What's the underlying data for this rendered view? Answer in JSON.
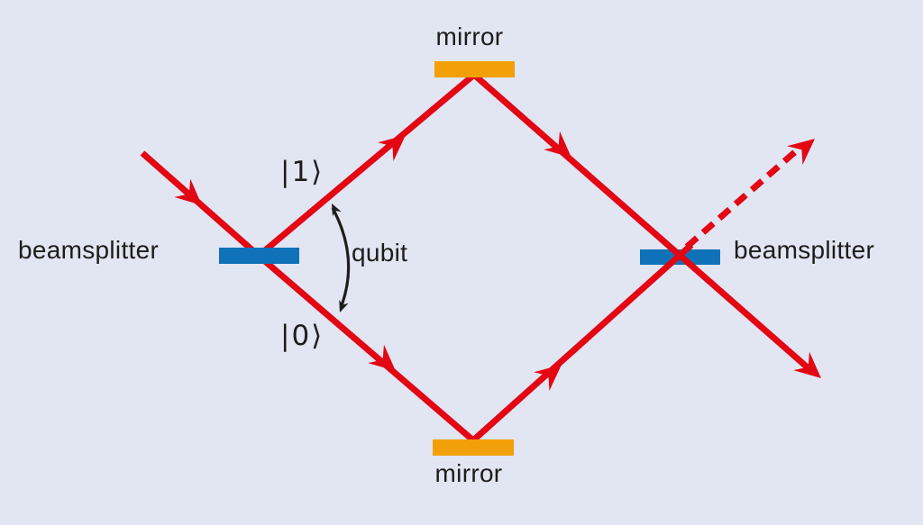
{
  "labels": {
    "beamsplitter_left": "beamsplitter",
    "beamsplitter_right": "beamsplitter",
    "mirror_top": "mirror",
    "mirror_bottom": "mirror",
    "ket_upper": "|1⟩",
    "ket_lower": "|0⟩",
    "qubit": "qubit"
  },
  "colors": {
    "background": "#e2e5f2",
    "beam_red": "#e30613",
    "beamsplitter_blue": "#0f72b9",
    "mirror_orange": "#f2a007",
    "text_dark": "#1d1d1b"
  }
}
